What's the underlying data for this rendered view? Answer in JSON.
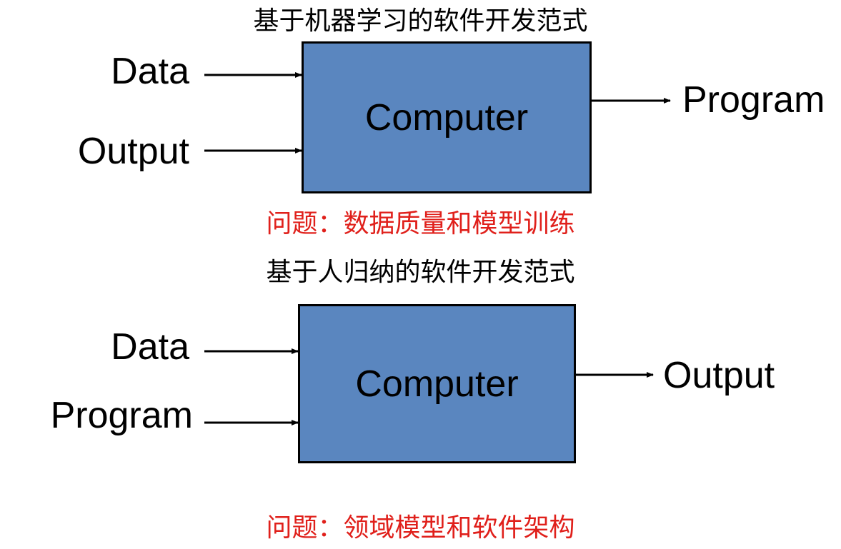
{
  "colors": {
    "box_fill": "#5a86bf",
    "problem_text": "#e0201b",
    "text": "#000000"
  },
  "top_diagram": {
    "title": "基于机器学习的软件开发范式",
    "inputs": [
      "Data",
      "Output"
    ],
    "box_label": "Computer",
    "output": "Program",
    "problem": "问题：数据质量和模型训练"
  },
  "bottom_diagram": {
    "title": "基于人归纳的软件开发范式",
    "inputs": [
      "Data",
      "Program"
    ],
    "box_label": "Computer",
    "output": "Output",
    "problem": "问题：领域模型和软件架构"
  }
}
